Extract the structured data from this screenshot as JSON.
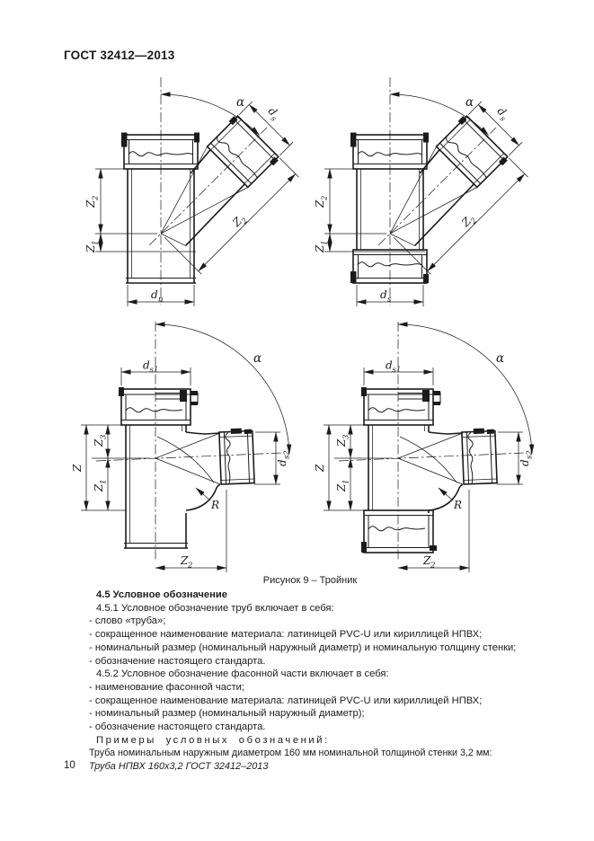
{
  "page": {
    "header": "ГОСТ 32412—2013",
    "page_number": "10",
    "figure_caption": "Рисунок 9 – Тройник"
  },
  "figure": {
    "labels": {
      "alpha": "α",
      "d": "d",
      "z": "Z",
      "r": "R",
      "sub_n": "n",
      "sub_s": "s",
      "sub_s1": "s1",
      "sub_s2": "s2",
      "sub_1": "1",
      "sub_2": "2",
      "sub_3": "3"
    }
  },
  "section": {
    "heading": "4.5 Условное обозначение",
    "p451": "4.5.1 Условное обозначение труб включает в себя:",
    "items451": [
      "- слово «труба»;",
      "- сокращенное наименование материала: латиницей PVC-U или кириллицей НПВХ;",
      "- номинальный размер (номинальный наружный диаметр) и номинальную толщину стенки;",
      "- обозначение настоящего стандарта."
    ],
    "p452": "4.5.2 Условное обозначение фасонной части включает в себя:",
    "items452": [
      "- наименование фасонной части;",
      "- сокращенное наименование материала: латиницей PVC-U или кириллицей НПВХ;",
      "- номинальный размер (номинальный наружный диаметр);",
      "- обозначение настоящего стандарта."
    ],
    "examples_label": "Примеры условных обозначений:",
    "example_desc": "Труба номинальным наружным диаметром 160 мм номинальной толщиной стенки 3,2 мм:",
    "example_value": "Труба НПВХ 160х3,2 ГОСТ 32412–2013"
  },
  "colors": {
    "line": "#1b1b1b",
    "paper": "#ffffff"
  }
}
